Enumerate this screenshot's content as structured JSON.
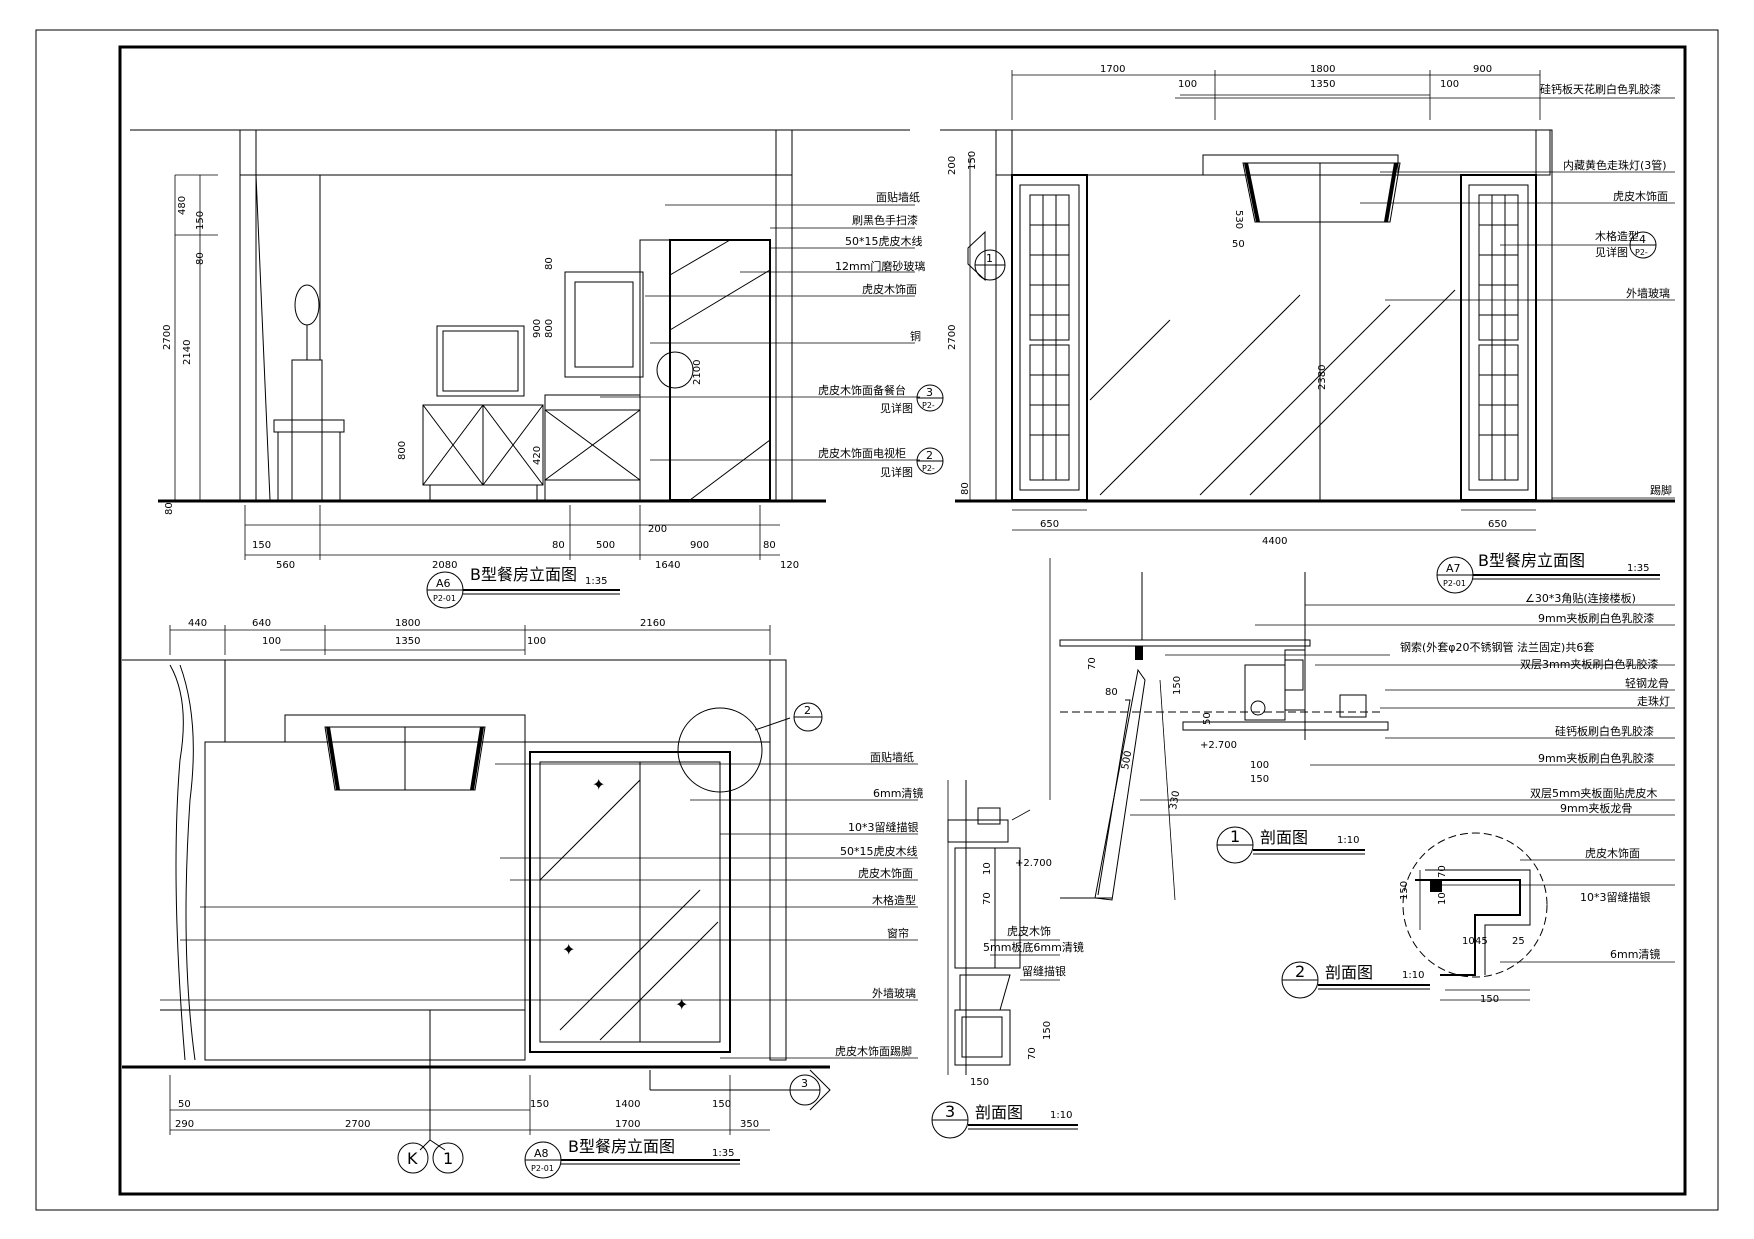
{
  "views": {
    "a6": {
      "title": "B型餐房立面图",
      "scale": "1:35",
      "code": "A6",
      "sheet": "P2-01",
      "labels": [
        "面贴墙纸",
        "刷黑色手扫漆",
        "50*15虎皮木线",
        "12mm门磨砂玻璃",
        "虎皮木饰面",
        "铜",
        "虎皮木饰面备餐台",
        "虎皮木饰面电视柜"
      ],
      "callouts": [
        {
          "num": "3",
          "sheet": "P2-",
          "note": "见详图"
        },
        {
          "num": "2",
          "sheet": "P2-",
          "note": "见详图"
        }
      ],
      "vdims": [
        "480",
        "150",
        "80",
        "2700",
        "2140",
        "800",
        "80",
        "80",
        "800",
        "900",
        "2100",
        "420"
      ],
      "hdims_top": [
        "150",
        "80",
        "500",
        "200",
        "900",
        "80"
      ],
      "hdims_bottom": [
        "560",
        "2080",
        "1640",
        "120"
      ]
    },
    "a7": {
      "title": "B型餐房立面图",
      "scale": "1:35",
      "code": "A7",
      "sheet": "P2-01",
      "top_dims": [
        "1700",
        "1800",
        "900",
        "100",
        "1350",
        "100"
      ],
      "labels": [
        "硅钙板天花刷白色乳胶漆",
        "内藏黄色走珠灯(3管)",
        "虎皮木饰面",
        "木格造型",
        "见详图",
        "外墙玻璃",
        "踢脚"
      ],
      "callout": {
        "num": "4",
        "sheet": "P2-"
      },
      "section_mark": "1",
      "vdims": [
        "200",
        "150",
        "2700",
        "80",
        "530",
        "50",
        "2380"
      ],
      "bottom_dims": [
        "650",
        "650",
        "4400"
      ]
    },
    "a8": {
      "title": "B型餐房立面图",
      "scale": "1:35",
      "code": "A8",
      "sheet": "P2-01",
      "top_dims": [
        "440",
        "640",
        "1800",
        "2160",
        "100",
        "1350",
        "100"
      ],
      "labels": [
        "面贴墙纸",
        "6mm清镜",
        "10*3留缝描银",
        "50*15虎皮木线",
        "虎皮木饰面",
        "木格造型",
        "窗帘",
        "外墙玻璃",
        "虎皮木饰面踢脚"
      ],
      "bottom_dims": [
        "50",
        "290",
        "2700",
        "150",
        "1400",
        "150",
        "1700",
        "350"
      ],
      "grid_k": "K",
      "grid_1": "1",
      "marker_2": "2",
      "marker_3": "3"
    },
    "s1": {
      "title": "剖面图",
      "scale": "1:10",
      "num": "1",
      "labels": [
        "∠30*3角贴(连接楼板)",
        "9mm夹板刷白色乳胶漆",
        "钢索(外套φ20不锈钢管 法兰固定)共6套",
        "双层3mm夹板刷白色乳胶漆",
        "轻钢龙骨",
        "走珠灯",
        "硅钙板刷白色乳胶漆",
        "9mm夹板刷白色乳胶漆",
        "双层5mm夹板面贴虎皮木",
        "9mm夹板龙骨"
      ],
      "dims": [
        "70",
        "80",
        "150",
        "50",
        "+2.700",
        "100",
        "150",
        "330",
        "500"
      ]
    },
    "s2": {
      "title": "剖面图",
      "scale": "1:10",
      "num": "2",
      "labels": [
        "虎皮木饰面",
        "10*3留缝描银",
        "6mm清镜"
      ],
      "dims": [
        "150",
        "70",
        "10",
        "45",
        "25",
        "10",
        "150"
      ]
    },
    "s3": {
      "title": "剖面图",
      "scale": "1:10",
      "num": "3",
      "labels": [
        "虎皮木饰",
        "5mm板底6mm清镜",
        "留缝描银"
      ],
      "dims": [
        "+2.700",
        "10",
        "70",
        "150",
        "70",
        "150"
      ]
    }
  }
}
